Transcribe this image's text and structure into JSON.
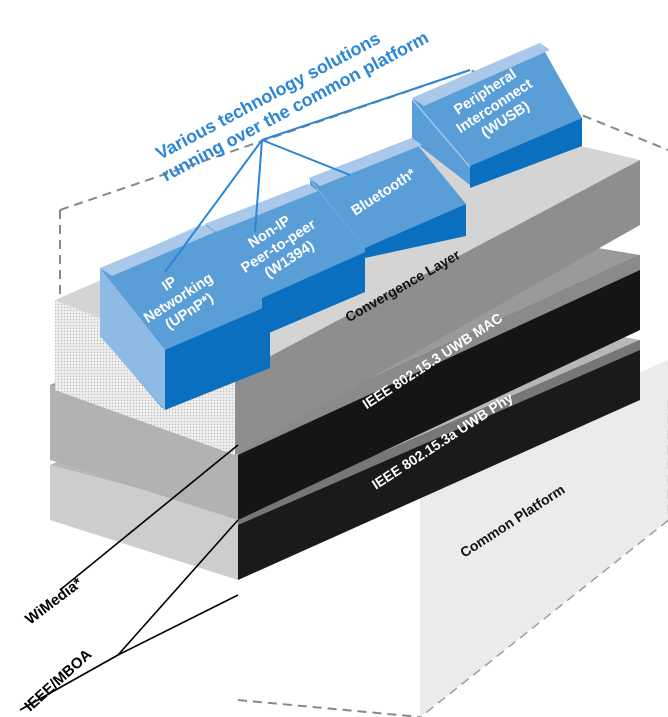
{
  "callout": {
    "line1": "Various technology solutions",
    "line2": "running over the common platform"
  },
  "boxes": [
    {
      "lines": [
        "IP",
        "Networking",
        "(UPnP*)"
      ]
    },
    {
      "lines": [
        "Non-IP",
        "Peer-to-peer",
        "(W1394)"
      ]
    },
    {
      "lines": [
        "Bluetooth*"
      ]
    },
    {
      "lines": [
        "Peripheral",
        "Interconnect",
        "(WUSB)"
      ]
    }
  ],
  "layers": {
    "convergence": "Convergence Layer",
    "mac": "IEEE 802.15.3 UWB MAC",
    "phy": "IEEE 802.15.3a UWB Phy",
    "platform": "Common Platform"
  },
  "side_labels": {
    "wimedia": "WiMedia*",
    "ieee": "IEEE/MBOA"
  },
  "colors": {
    "box_front": "#5a9ed8",
    "box_top": "#a9c8ea",
    "box_side": "#0a6fbf",
    "callout_text": "#2a86d6",
    "layer_dark": "#1a1a1a",
    "layer_gray": "#8c8c8c"
  }
}
